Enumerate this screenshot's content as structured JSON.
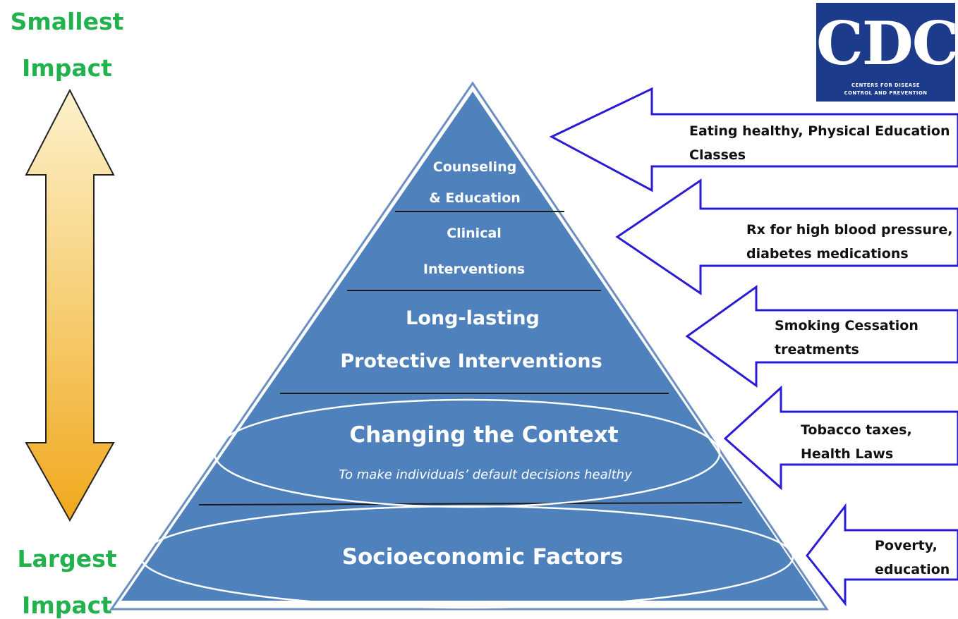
{
  "scale": {
    "top_line1": "Smallest",
    "top_line2": "Impact",
    "bottom_line1": "Largest",
    "bottom_line2": "Impact",
    "label_color": "#21b24d"
  },
  "logo": {
    "text": "CDC",
    "subtitle_line1": "CENTERS FOR DISEASE",
    "subtitle_line2": "CONTROL AND PREVENTION",
    "color": "#1d3b8b"
  },
  "pyramid": {
    "fill_color": "#4f81bd",
    "tier1": {
      "line1": "Counseling",
      "line2": "& Education"
    },
    "tier2": {
      "line1": "Clinical",
      "line2": "Interventions"
    },
    "tier3": {
      "line1": "Long-lasting",
      "line2": "Protective Interventions"
    },
    "tier4": {
      "title": "Changing the Context",
      "subtitle": "To make individuals’ default decisions healthy"
    },
    "tier5": {
      "title": "Socioeconomic Factors"
    }
  },
  "callouts": [
    {
      "line1": "Eating healthy, Physical Education",
      "line2": "Classes"
    },
    {
      "line1": "Rx for high blood pressure,",
      "line2": "diabetes medications"
    },
    {
      "line1": "Smoking Cessation",
      "line2": "treatments"
    },
    {
      "line1": "Tobacco taxes,",
      "line2": "Health Laws"
    },
    {
      "line1": "Poverty,",
      "line2": "education"
    }
  ],
  "arrow_outline_color": "#2a1cd4"
}
